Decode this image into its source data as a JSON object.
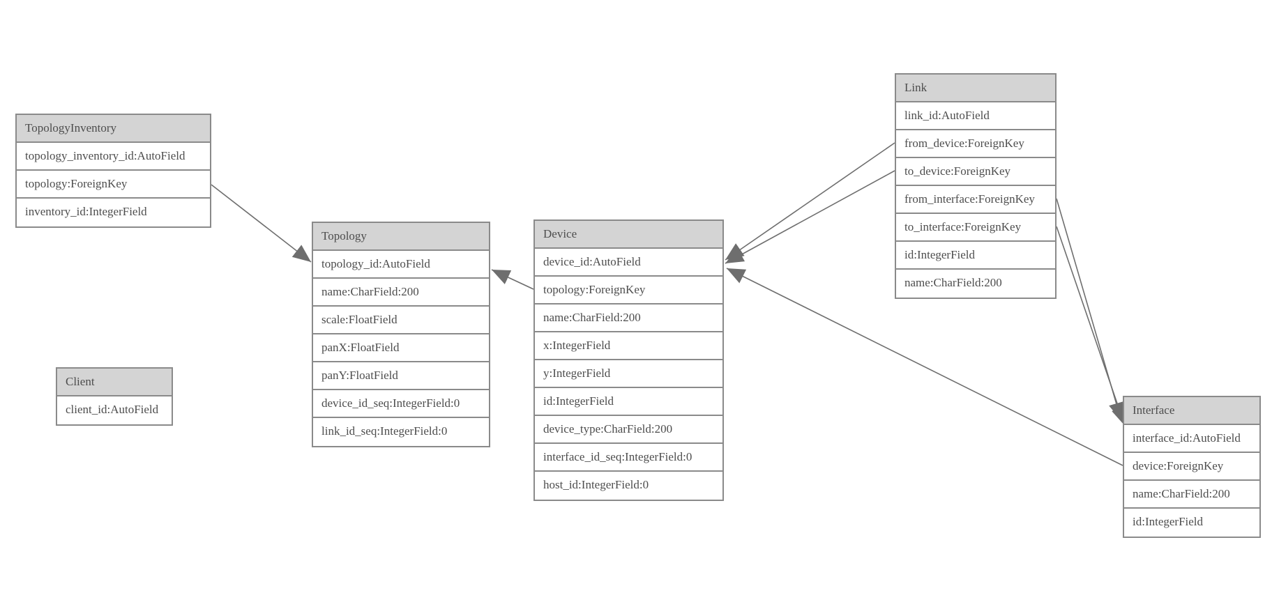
{
  "colors": {
    "header_fill": "#d4d4d4",
    "border": "#8a8a8a",
    "text": "#4d4d4d",
    "edge_line": "#6e6e6e",
    "arrowhead": "#6e6e6e",
    "background": "#ffffff"
  },
  "entities": [
    {
      "name": "TopologyInventory",
      "fields": [
        "topology_inventory_id:AutoField",
        "topology:ForeignKey",
        "inventory_id:IntegerField"
      ]
    },
    {
      "name": "Topology",
      "fields": [
        "topology_id:AutoField",
        "name:CharField:200",
        "scale:FloatField",
        "panX:FloatField",
        "panY:FloatField",
        "device_id_seq:IntegerField:0",
        "link_id_seq:IntegerField:0"
      ]
    },
    {
      "name": "Client",
      "fields": [
        "client_id:AutoField"
      ]
    },
    {
      "name": "Device",
      "fields": [
        "device_id:AutoField",
        "topology:ForeignKey",
        "name:CharField:200",
        "x:IntegerField",
        "y:IntegerField",
        "id:IntegerField",
        "device_type:CharField:200",
        "interface_id_seq:IntegerField:0",
        "host_id:IntegerField:0"
      ]
    },
    {
      "name": "Link",
      "fields": [
        "link_id:AutoField",
        "from_device:ForeignKey",
        "to_device:ForeignKey",
        "from_interface:ForeignKey",
        "to_interface:ForeignKey",
        "id:IntegerField",
        "name:CharField:200"
      ]
    },
    {
      "name": "Interface",
      "fields": [
        "interface_id:AutoField",
        "device:ForeignKey",
        "name:CharField:200",
        "id:IntegerField"
      ]
    }
  ],
  "relationships": [
    {
      "from": "TopologyInventory.topology",
      "to": "Topology.topology_id"
    },
    {
      "from": "Device.topology",
      "to": "Topology.topology_id"
    },
    {
      "from": "Link.from_device",
      "to": "Device.device_id"
    },
    {
      "from": "Link.to_device",
      "to": "Device.device_id"
    },
    {
      "from": "Link.from_interface",
      "to": "Interface.interface_id"
    },
    {
      "from": "Link.to_interface",
      "to": "Interface.interface_id"
    },
    {
      "from": "Interface.device",
      "to": "Device.device_id"
    }
  ]
}
